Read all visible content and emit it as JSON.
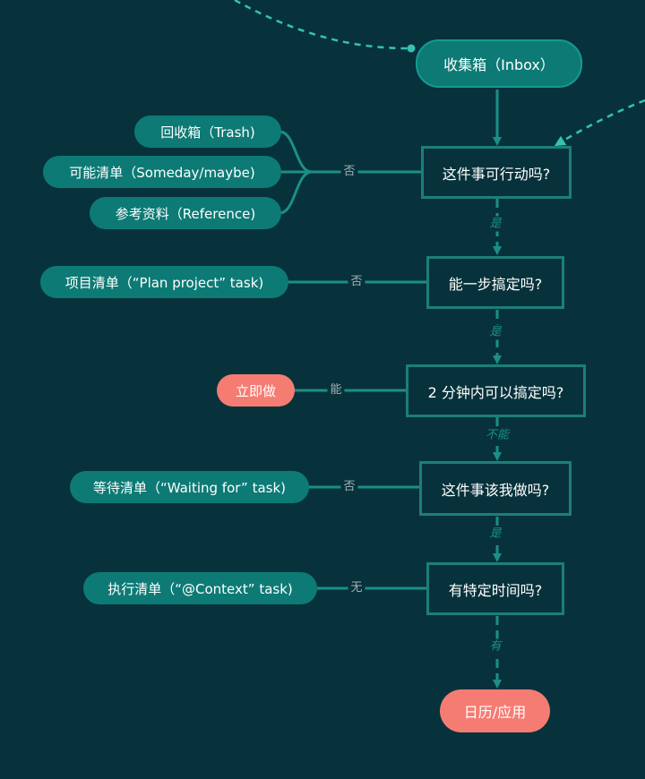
{
  "nodes": {
    "inbox": "收集箱（Inbox）",
    "q_actionable": "这件事可行动吗?",
    "q_one_step": "能一步搞定吗?",
    "q_two_min": "2 分钟内可以搞定吗?",
    "q_my_job": "这件事该我做吗?",
    "q_specific_time": "有特定时间吗?",
    "trash": "回收箱（Trash)",
    "someday": "可能清单（Someday/maybe)",
    "reference": "参考资料（Reference)",
    "project": "项目清单（“Plan project” task)",
    "do_now": "立即做",
    "waiting": "等待清单（“Waiting for” task)",
    "context": "执行清单（“@Context” task)",
    "calendar": "日历/应用"
  },
  "edge_labels": {
    "actionable_no": "否",
    "actionable_yes": "是",
    "one_step_no": "否",
    "one_step_yes": "是",
    "two_min_can": "能",
    "two_min_cannot": "不能",
    "my_job_no": "否",
    "my_job_yes": "是",
    "time_none": "无",
    "time_has": "有"
  },
  "colors": {
    "background": "#07323b",
    "pill": "#0d7a75",
    "box_border": "#1d7e78",
    "connector": "#1b8f87",
    "highlight": "#f57c72",
    "dashed_accent": "#35c2b1"
  }
}
